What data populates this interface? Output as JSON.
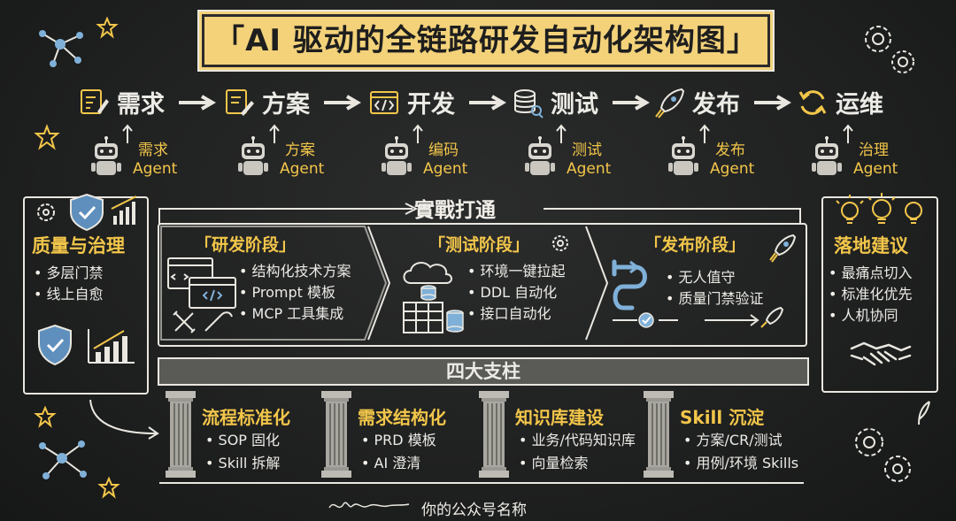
{
  "title": "「AI 驱动的全链路研发自动化架构图」",
  "flow": [
    {
      "label": "需求",
      "icon": "note-pencil-icon"
    },
    {
      "label": "方案",
      "icon": "document-pen-icon"
    },
    {
      "label": "开发",
      "icon": "code-window-icon"
    },
    {
      "label": "测试",
      "icon": "database-search-icon"
    },
    {
      "label": "发布",
      "icon": "rocket-icon"
    },
    {
      "label": "运维",
      "icon": "refresh-icon"
    }
  ],
  "agents": [
    {
      "line1": "需求",
      "line2": "Agent"
    },
    {
      "line1": "方案",
      "line2": "Agent"
    },
    {
      "line1": "编码",
      "line2": "Agent"
    },
    {
      "line1": "测试",
      "line2": "Agent"
    },
    {
      "line1": "发布",
      "line2": "Agent"
    },
    {
      "line1": "治理",
      "line2": "Agent"
    }
  ],
  "practice_title": "實戰打通",
  "left_panel": {
    "title": "质量与治理",
    "items": [
      "多层门禁",
      "线上自愈"
    ]
  },
  "right_panel": {
    "title": "落地建议",
    "items": [
      "最痛点切入",
      "标准化优先",
      "人机协同"
    ]
  },
  "phases": [
    {
      "title": "「研发阶段」",
      "items": [
        "结构化技术方案",
        "Prompt 模板",
        "MCP 工具集成"
      ]
    },
    {
      "title": "「测试阶段」",
      "items": [
        "环境一键拉起",
        "DDL 自动化",
        "接口自动化"
      ]
    },
    {
      "title": "「发布阶段」",
      "items": [
        "无人值守",
        "质量门禁验证"
      ]
    }
  ],
  "pillars_title": "四大支柱",
  "pillars": [
    {
      "title": "流程标准化",
      "items": [
        "SOP 固化",
        "Skill 拆解"
      ]
    },
    {
      "title": "需求结构化",
      "items": [
        "PRD 模板",
        "AI 澄清"
      ]
    },
    {
      "title": "知识库建设",
      "items": [
        "业务/代码知识库",
        "向量检索"
      ]
    },
    {
      "title": "Skill 沉淀",
      "items": [
        "方案/CR/测试",
        "用例/环境 Skills"
      ]
    }
  ],
  "footer": "你的公众号名称",
  "colors": {
    "board": "#1f2020",
    "chalk": "#f1efe8",
    "accent": "#f2c64a",
    "title_bg": "#f3d27a",
    "icon_blue": "#7fb0d8"
  }
}
